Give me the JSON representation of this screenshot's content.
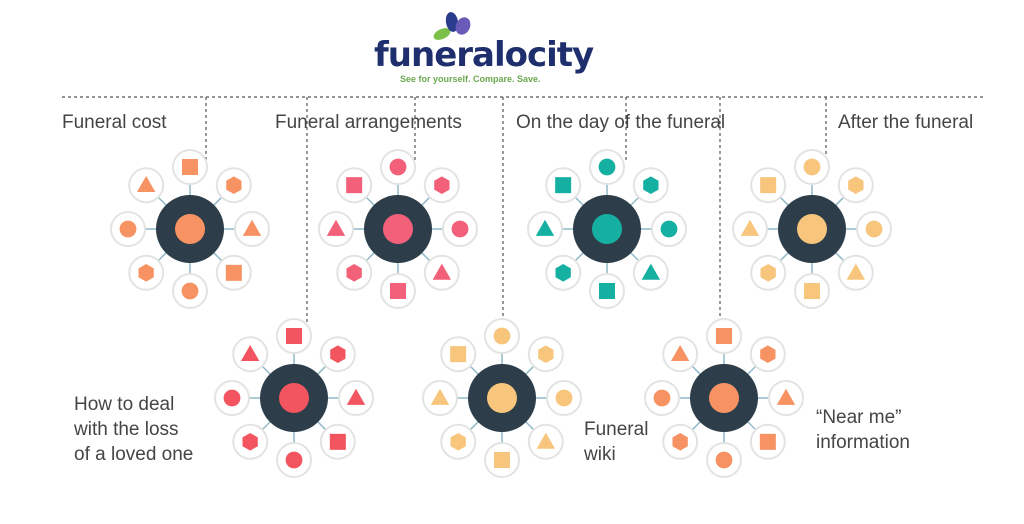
{
  "brand": {
    "name": "funeralocity",
    "tagline": "See for yourself. Compare. Save.",
    "colors": {
      "wordmark": "#1f2f6e",
      "tagline": "#6aa84f",
      "leaf_green": "#7cc04a",
      "leaf_purple": "#6b5bb8",
      "leaf_blue": "#2b3c8c"
    }
  },
  "palette": {
    "hub": "#2d3e4a",
    "ring_stroke": "#e3e3e3",
    "spoke": "#8fb8c8",
    "connector": "#555555",
    "orange": "#f79363",
    "pink": "#f2607a",
    "teal": "#16b0a2",
    "yellow": "#f7c57c",
    "red": "#f2555f"
  },
  "topics": [
    {
      "id": "funeral-cost",
      "label": "Funeral cost",
      "color": "orange",
      "shapes": [
        "square",
        "hexagon",
        "triangle",
        "square",
        "circle",
        "hexagon",
        "circle",
        "triangle"
      ]
    },
    {
      "id": "funeral-arrangements",
      "label": "Funeral arrangements",
      "color": "pink",
      "shapes": [
        "circle",
        "hexagon",
        "circle",
        "triangle",
        "square",
        "hexagon",
        "triangle",
        "square"
      ]
    },
    {
      "id": "on-the-day",
      "label": "On the day of the funeral",
      "color": "teal",
      "shapes": [
        "circle",
        "hexagon",
        "circle",
        "triangle",
        "square",
        "hexagon",
        "triangle",
        "square"
      ]
    },
    {
      "id": "after-the-funeral",
      "label": "After the funeral",
      "color": "yellow",
      "shapes": [
        "circle",
        "hexagon",
        "circle",
        "triangle",
        "square",
        "hexagon",
        "triangle",
        "square"
      ]
    },
    {
      "id": "deal-with-loss",
      "label": "How to deal\nwith the loss\nof a loved one",
      "color": "red",
      "shapes": [
        "square",
        "hexagon",
        "triangle",
        "square",
        "circle",
        "hexagon",
        "circle",
        "triangle"
      ]
    },
    {
      "id": "funeral-wiki",
      "label": "Funeral\nwiki",
      "color": "yellow",
      "shapes": [
        "circle",
        "hexagon",
        "circle",
        "triangle",
        "square",
        "hexagon",
        "triangle",
        "square"
      ]
    },
    {
      "id": "near-me",
      "label": "“Near me”\ninformation",
      "color": "orange",
      "shapes": [
        "square",
        "hexagon",
        "triangle",
        "square",
        "circle",
        "hexagon",
        "circle",
        "triangle"
      ]
    }
  ]
}
